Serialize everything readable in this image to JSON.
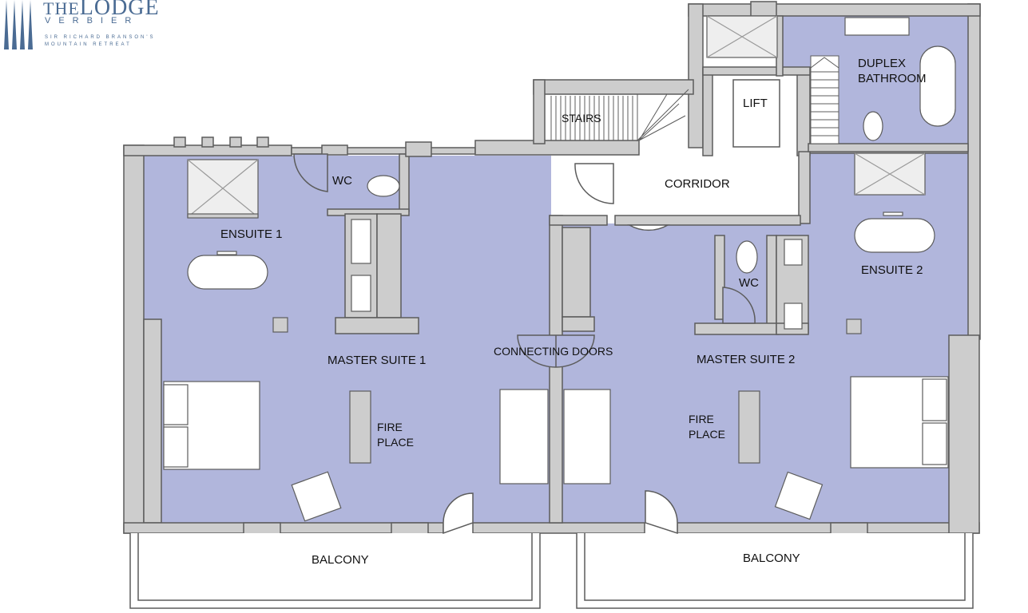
{
  "brand": {
    "name_prefix": "THE",
    "name_main": "LODGE",
    "location": "VERBIER",
    "tagline": "SIR RICHARD BRANSON'S\nMOUNTAIN RETREAT"
  },
  "colors": {
    "room_fill": "#b1b6dc",
    "wall_fill": "#cdcdcd",
    "wall_stroke": "#5c5c5c",
    "white_area": "#ffffff",
    "brand": "#4a6b93"
  },
  "rooms": {
    "stairs": "STAIRS",
    "lift": "LIFT",
    "duplex_bathroom": "DUPLEX\nBATHROOM",
    "wc_1": "WC",
    "corridor": "CORRIDOR",
    "ensuite_1": "ENSUITE 1",
    "wc_2": "WC",
    "ensuite_2": "ENSUITE 2",
    "connecting_doors": "CONNECTING DOORS",
    "master_suite_1": "MASTER SUITE 1",
    "master_suite_2": "MASTER SUITE 2",
    "fireplace_1": "FIRE\nPLACE",
    "fireplace_2": "FIRE\nPLACE",
    "balcony_1": "BALCONY",
    "balcony_2": "BALCONY"
  }
}
